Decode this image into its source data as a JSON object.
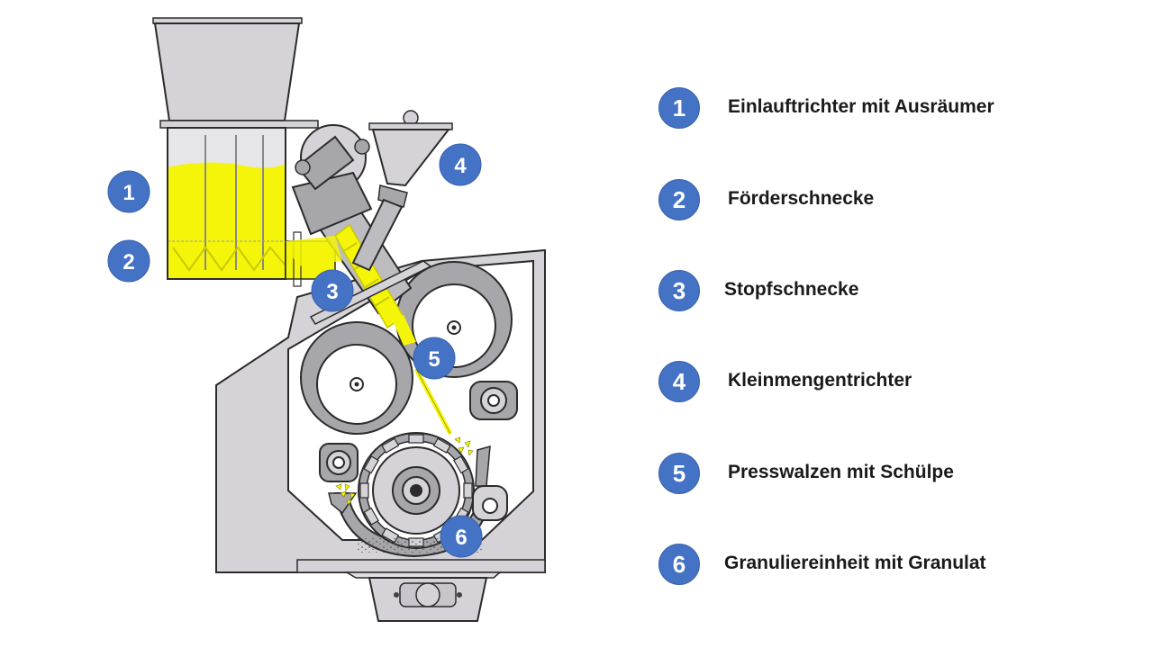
{
  "colors": {
    "accent": "#4472C4",
    "product": "#F5F50A",
    "machine_fill": "#D5D3D8",
    "machine_stroke": "#2b2b2b"
  },
  "markers": [
    {
      "number": "1",
      "label": "Einlauftrichter mit Ausräumer"
    },
    {
      "number": "2",
      "label": "Förderschnecke"
    },
    {
      "number": "3",
      "label": "Stopfschnecke"
    },
    {
      "number": "4",
      "label": "Kleinmengentrichter"
    },
    {
      "number": "5",
      "label": "Presswalzen mit Schülpe"
    },
    {
      "number": "6",
      "label": "Granuliereinheit mit Granulat"
    }
  ]
}
